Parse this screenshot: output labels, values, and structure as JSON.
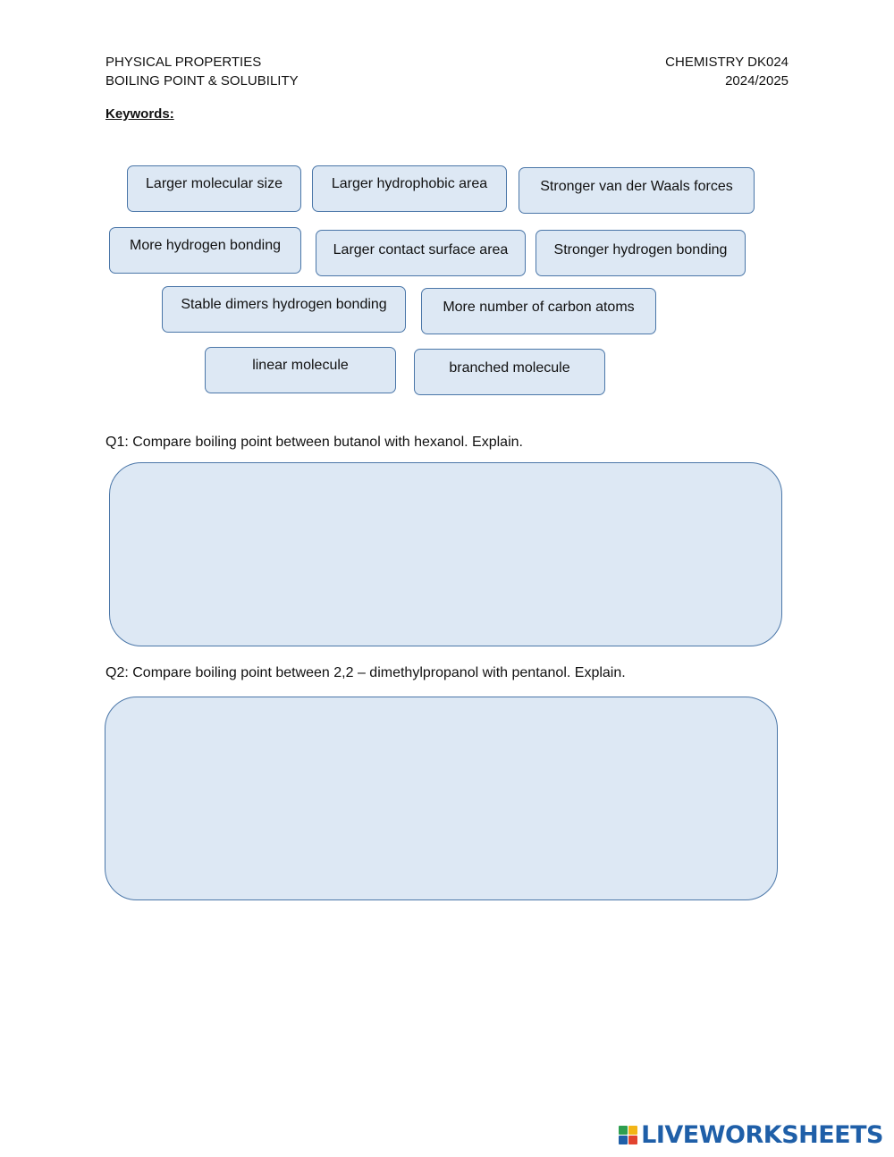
{
  "header": {
    "left_line1": "PHYSICAL PROPERTIES",
    "left_line2": "BOILING POINT & SOLUBILITY",
    "right_line1": "CHEMISTRY DK024",
    "right_line2": "2024/2025"
  },
  "keywords_label": "Keywords:",
  "keywords": [
    "Larger molecular size",
    "Larger hydrophobic area",
    "Stronger van der Waals forces",
    "More hydrogen bonding",
    "Larger contact surface area",
    "Stronger hydrogen bonding",
    "Stable dimers hydrogen bonding",
    "More number of carbon atoms",
    "linear molecule",
    "branched molecule"
  ],
  "questions": [
    {
      "text": "Q1: Compare boiling point between butanol with hexanol. Explain.",
      "answer": ""
    },
    {
      "text": "Q2: Compare boiling point between 2,2 – dimethylpropanol with pentanol. Explain.",
      "answer": ""
    }
  ],
  "brand": {
    "name": "LIVEWORKSHEETS",
    "colors": [
      "#2e9e4f",
      "#f2b517",
      "#1f5fa8",
      "#e2432f"
    ]
  }
}
